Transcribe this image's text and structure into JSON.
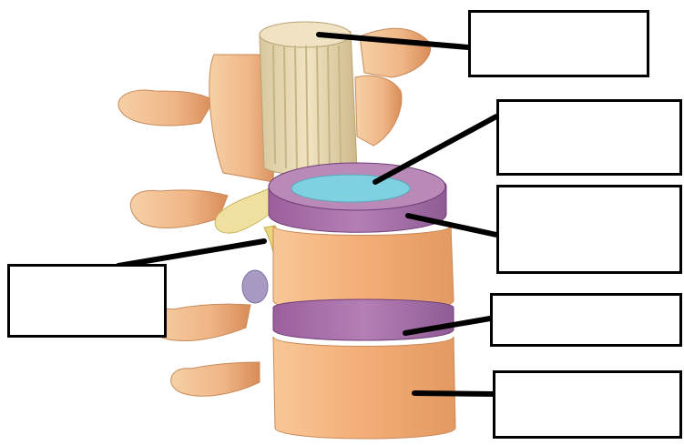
{
  "diagram": {
    "labels": [
      {
        "id": "box-1",
        "text": ""
      },
      {
        "id": "box-2",
        "text": ""
      },
      {
        "id": "box-3",
        "text": ""
      },
      {
        "id": "box-4",
        "text": ""
      },
      {
        "id": "box-5",
        "text": ""
      },
      {
        "id": "box-6",
        "text": ""
      }
    ]
  },
  "colors": {
    "bone": "#f0b888",
    "bone_shadow": "#d58a55",
    "disc_annulus": "#a874a8",
    "disc_nucleus": "#7fd0e0",
    "nerve": "#e8d27a",
    "spinal_cord": "#e8d9b2",
    "leader_line": "#000000",
    "box_border": "#000000"
  }
}
